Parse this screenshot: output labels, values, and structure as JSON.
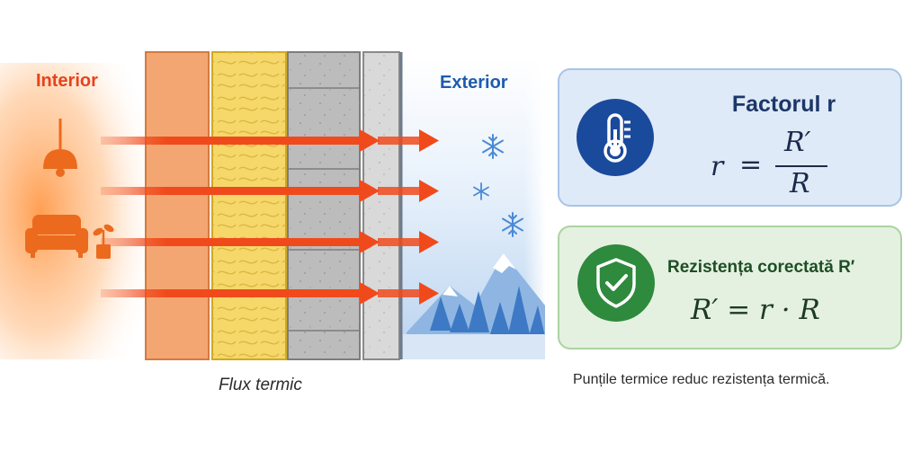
{
  "labels": {
    "interior": "Interior",
    "exterior": "Exterior",
    "flux": "Flux termic"
  },
  "factor_card": {
    "title": "Factorul r",
    "lhs": "r",
    "equals": "=",
    "numerator": "R′",
    "denominator": "R",
    "icon": "thermometer-icon"
  },
  "resistance_card": {
    "title": "Rezistența corectată R′",
    "formula": "R′ = r · R",
    "icon": "shield-check-icon"
  },
  "note": "Punțile termice reduc rezistența termică.",
  "colors": {
    "interior": "#e8421b",
    "exterior": "#1e5bb0",
    "arrow": "#f04a1c",
    "factor_badge": "#1a4a9c",
    "resist_badge": "#2e8a3c"
  },
  "icons": [
    "ceiling-lamp-icon",
    "sofa-icon",
    "plant-icon",
    "snowflake-icon",
    "mountains-icon",
    "pine-trees-icon"
  ],
  "wall_layers": [
    "plaster",
    "insulation",
    "masonry",
    "finish"
  ]
}
